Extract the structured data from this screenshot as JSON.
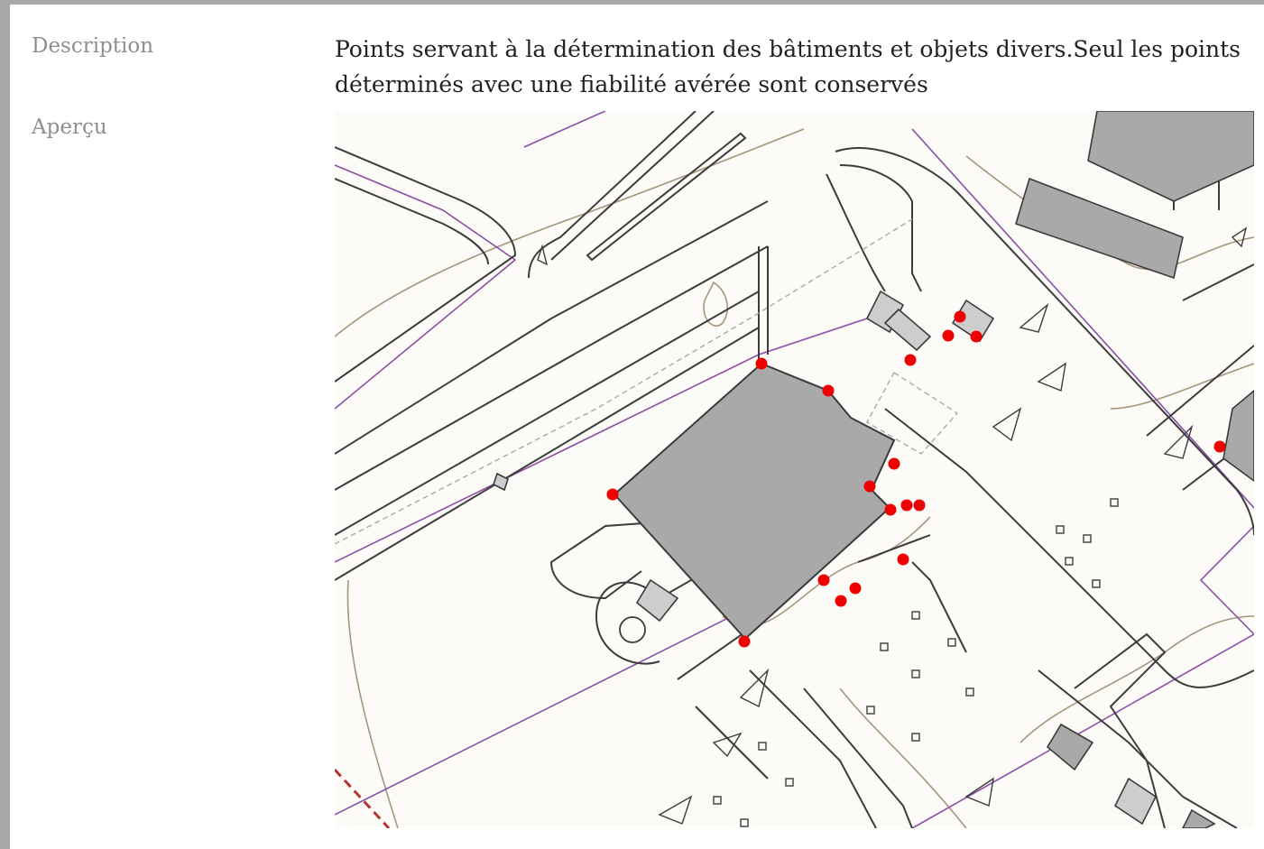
{
  "fields": {
    "description_label": "Description",
    "description_value": "Points servant à la détermination des bâtiments et objets divers.Seul les points déterminés avec une fiabilité avérée sont conservés",
    "preview_label": "Aperçu"
  },
  "map": {
    "colors": {
      "background": "#fcfbf7",
      "road_line": "#3c3c3c",
      "building_fill": "#a9a9a9",
      "building_small_fill": "#cdcdcd",
      "parcel_line": "#8a4fa6",
      "contour_line": "#a6957c",
      "point_marker": "#ee0000",
      "rail_line": "#b03535"
    }
  }
}
